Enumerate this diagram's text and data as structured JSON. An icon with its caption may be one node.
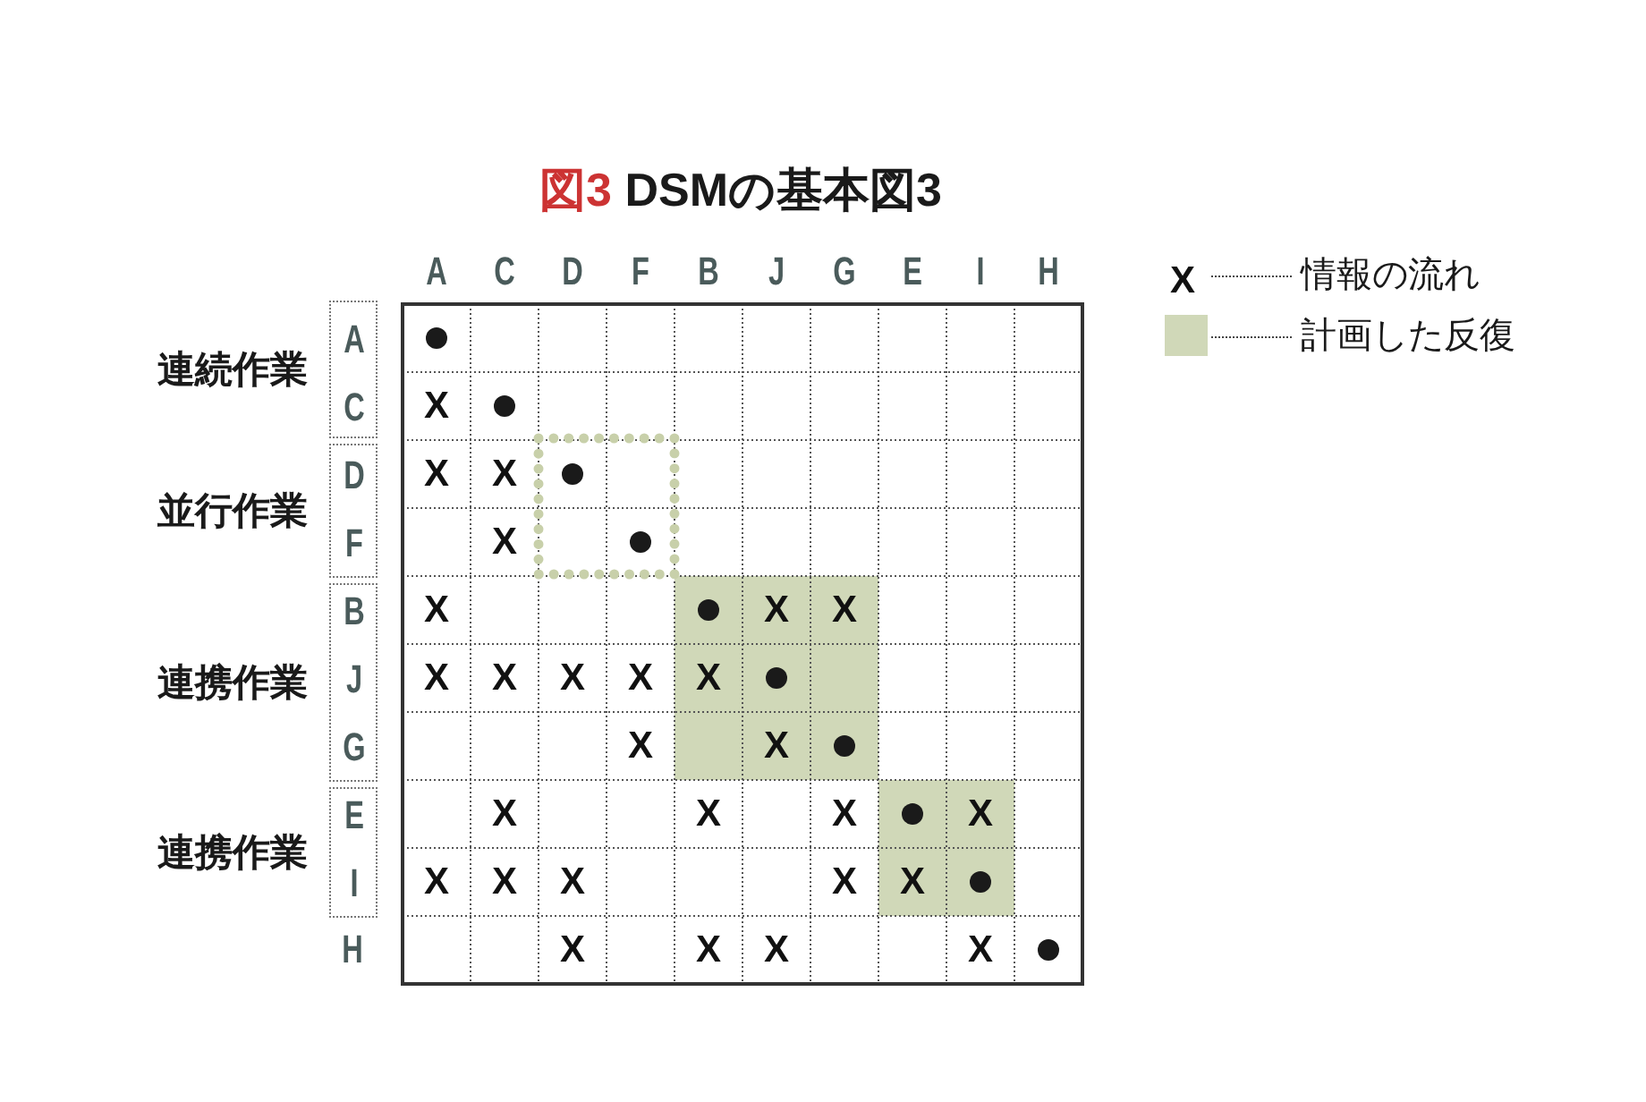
{
  "diagram": {
    "title": "図3 DSMの基本図3",
    "nodes": [
      {
        "text": [
          "連続作業",
          "A",
          "C"
        ]
      },
      {
        "text": [
          "並行作業",
          "D",
          "F"
        ]
      },
      {
        "text": [
          "連携作業",
          "B",
          "J",
          "G"
        ]
      },
      {
        "text": [
          "連携作業",
          "E",
          "I"
        ]
      }
    ],
    "labels": [
      "A",
      "C",
      "D",
      "F",
      "B",
      "J",
      "G",
      "E",
      "I",
      "H",
      "X",
      "X",
      "X",
      "X",
      "X",
      "X",
      "X",
      "X",
      "X",
      "X",
      "X",
      "X",
      "X",
      "X",
      "X",
      "X",
      "X",
      "X",
      "X",
      "X",
      "X",
      "X",
      "X",
      "H",
      "X",
      "X",
      "X",
      "X",
      "X"
    ],
    "legend": [
      {
        "text": "情報の流れ"
      },
      {
        "text": "計画した反復",
        "color": "#d0d8b8"
      }
    ]
  }
}
